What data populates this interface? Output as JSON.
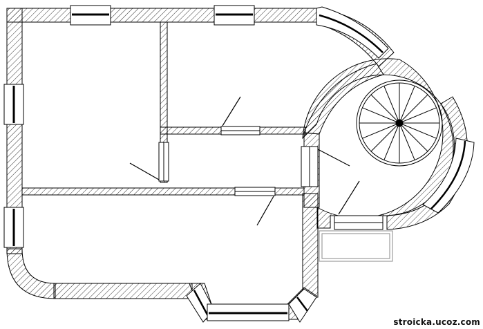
{
  "diagram": {
    "type": "floor-plan",
    "rooms": [
      {
        "id": "room-top-left"
      },
      {
        "id": "room-top-right"
      },
      {
        "id": "hall-middle"
      },
      {
        "id": "room-bottom"
      },
      {
        "id": "stair-tower"
      },
      {
        "id": "porch"
      }
    ],
    "stair": {
      "type": "spiral",
      "steps": 16
    },
    "windows": 9,
    "doors": 5
  },
  "watermark": "stroicka.ucoz.com",
  "colors": {
    "line": "#000000",
    "hatch": "#000000",
    "background": "#ffffff",
    "porch": "#8a8a8a"
  }
}
